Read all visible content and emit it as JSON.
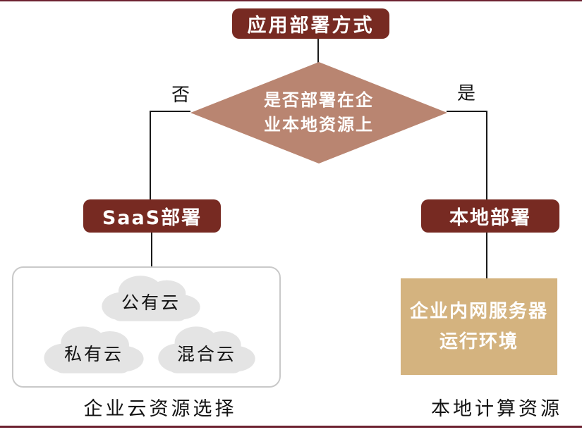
{
  "palette": {
    "rule_red": "#6d2230",
    "node_dark_red": "#772a22",
    "diamond_rose": "#b98571",
    "server_tan": "#d4b37f",
    "cloud_gray": "#e4e4e4",
    "connector": "#1a1a1a",
    "container_border": "#c9c9c9",
    "text_dark": "#141414",
    "text_light": "#ffffff"
  },
  "flowchart": {
    "title": "应用部署方式",
    "decision": {
      "text": "是否部署在企业本地资源上",
      "line1": "是否部署在企",
      "line2": "业本地资源上"
    },
    "branch_no": "否",
    "branch_yes": "是",
    "saas_node": "SaaS部署",
    "local_node": "本地部署",
    "cloud_group": {
      "clouds": [
        {
          "label": "公有云"
        },
        {
          "label": "私有云"
        },
        {
          "label": "混合云"
        }
      ],
      "caption": "企业云资源选择"
    },
    "server_node": {
      "line1": "企业内网服务器",
      "line2": "运行环境"
    },
    "server_caption": "本地计算资源"
  }
}
